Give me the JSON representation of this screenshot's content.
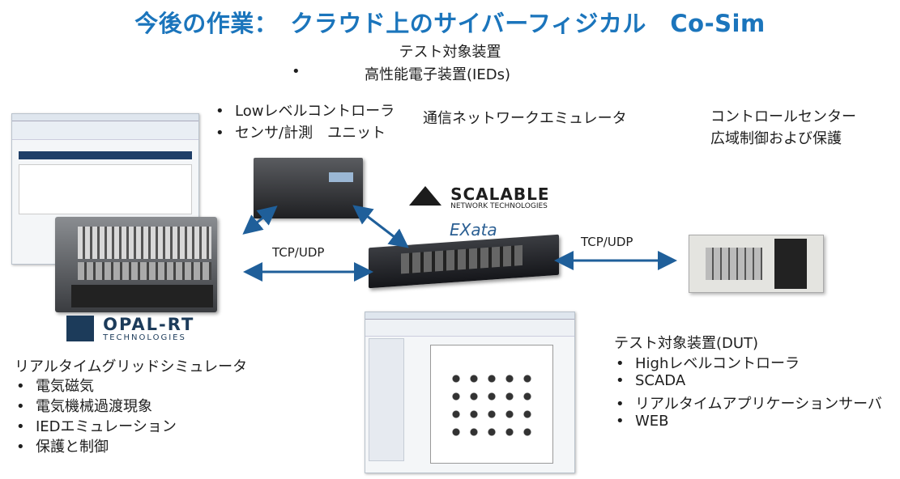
{
  "title": "今後の作業：　クラウド上のサイバーフィジカル　Co-Sim",
  "test_devices": {
    "heading": "テスト対象装置",
    "items": [
      "高性能電子装置(IEDs)"
    ]
  },
  "field_devices": {
    "items": [
      "Lowレベルコントローラ",
      "センサ/計測　ユニット"
    ]
  },
  "network_emulator": {
    "label": "通信ネットワークエミュレータ",
    "logo_text": "SCALABLE",
    "logo_subtext": "NETWORK TECHNOLOGIES",
    "product_text": "EXata"
  },
  "control_center": {
    "line1": "コントロールセンター",
    "line2": "広域制御および保護"
  },
  "links": {
    "left_protocol": "TCP/UDP",
    "right_protocol": "TCP/UDP"
  },
  "opal_rt": {
    "logo_text": "OPAL-RT",
    "logo_subtext": "TECHNOLOGIES",
    "heading": "リアルタイムグリッドシミュレータ",
    "items": [
      "電気磁気",
      "電気機械過渡現象",
      "IEDエミュレーション",
      "保護と制御"
    ]
  },
  "dut": {
    "heading": "テスト対象装置(DUT)",
    "items": [
      "Highレベルコントローラ",
      "SCADA",
      "リアルタイムアプリケーションサーバ",
      "WEB"
    ]
  },
  "colors": {
    "title": "#1b75bc",
    "arrow": "#1f5f9a",
    "logo_dark": "#1c3b5a"
  }
}
